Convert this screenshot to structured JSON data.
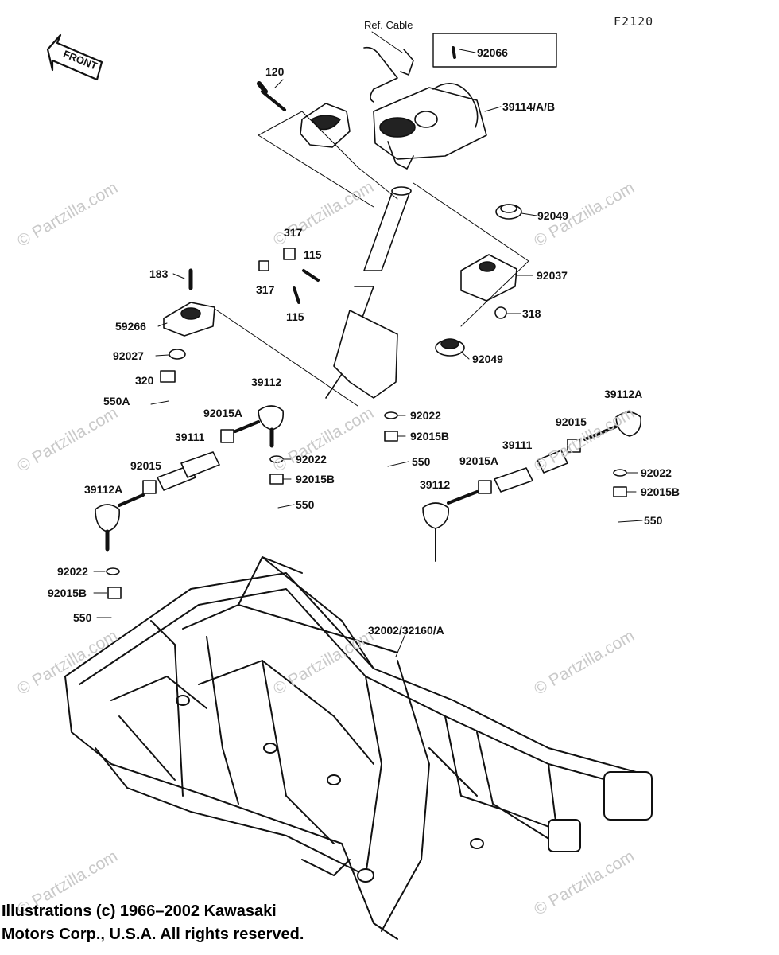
{
  "figure_code": "F2120",
  "ref_cable": "Ref. Cable",
  "front_label": "FRONT",
  "watermark": "© Partzilla.com",
  "credit_line1": "Illustrations (c) 1966–2002 Kawasaki",
  "credit_line2": "Motors Corp., U.S.A.  All rights reserved.",
  "parts": {
    "p92066": "92066",
    "p120": "120",
    "p39114": "39114/A/B",
    "p317a": "317",
    "p317b": "317",
    "p115a": "115",
    "p115b": "115",
    "p92049a": "92049",
    "p92037": "92037",
    "p318": "318",
    "p92049b": "92049",
    "p183": "183",
    "p59266": "59266",
    "p92027": "92027",
    "p320": "320",
    "p550A": "550A",
    "p39112L": "39112",
    "p92015A_L": "92015A",
    "p39111L": "39111",
    "p92015L": "92015",
    "p39112AL": "39112A",
    "p92022a": "92022",
    "p92015Ba": "92015B",
    "p550a": "550",
    "p92022b": "92022",
    "p92015Bb": "92015B",
    "p550b": "550",
    "p39112AR": "39112A",
    "p92015R": "92015",
    "p39111R": "39111",
    "p92015A_R": "92015A",
    "p39112R": "39112",
    "p92022c": "92022",
    "p92015Bc": "92015B",
    "p550c": "550",
    "p92022d": "92022",
    "p92015Bd": "92015B",
    "p550d": "550",
    "p32002": "32002/32160/A"
  }
}
